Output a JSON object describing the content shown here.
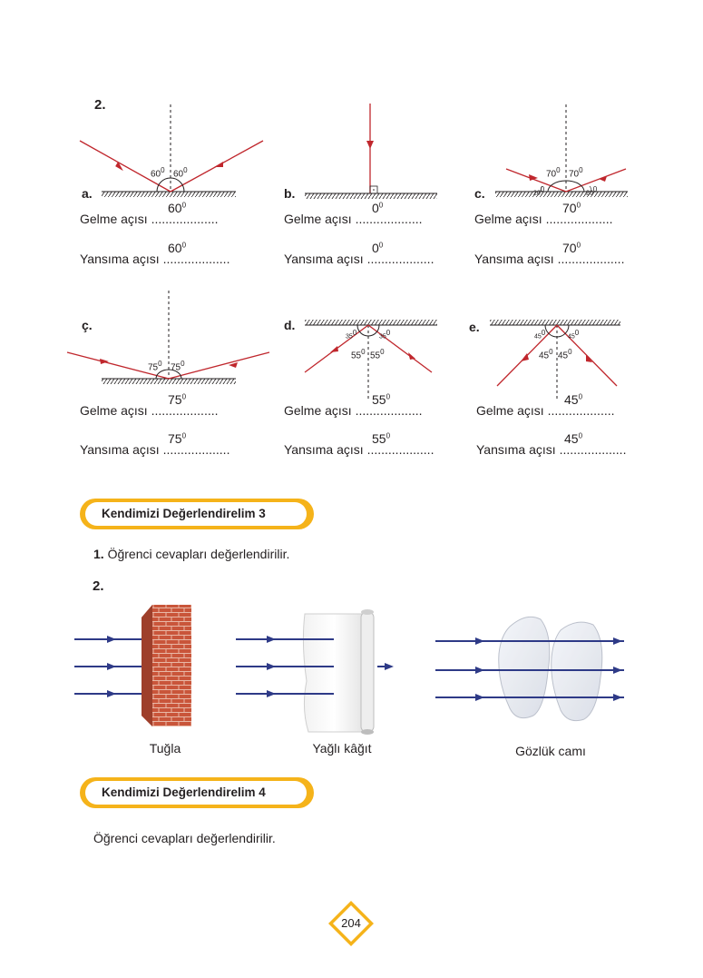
{
  "section1": {
    "number": "2.",
    "gelme_label": "Gelme açısı",
    "yansima_label": "Yansıma açısı",
    "dots": "...................",
    "panels": [
      {
        "letter": "a.",
        "left_angle": "60",
        "right_angle": "60",
        "gelme": "60",
        "yansima": "60",
        "sup": "0"
      },
      {
        "letter": "b.",
        "gelme": "0",
        "yansima": "0",
        "sup": "0"
      },
      {
        "letter": "c.",
        "left_angle": "70",
        "right_angle": "70",
        "left_small": "20",
        "right_small": "20",
        "gelme": "70",
        "yansima": "70",
        "sup": "0"
      },
      {
        "letter": "ç.",
        "left_angle": "75",
        "right_angle": "75",
        "gelme": "75",
        "yansima": "75",
        "sup": "0"
      },
      {
        "letter": "d.",
        "left_angle": "55",
        "right_angle": "55",
        "left_small": "35",
        "right_small": "35",
        "gelme": "55",
        "yansima": "55",
        "sup": "0"
      },
      {
        "letter": "e.",
        "left_angle": "45",
        "right_angle": "45",
        "left_small": "45",
        "right_small": "45",
        "gelme": "45",
        "yansima": "45",
        "sup": "0"
      }
    ]
  },
  "badge3": {
    "title": "Kendimizi Değerlendirelim 3"
  },
  "q1": {
    "number": "1.",
    "text": "Öğrenci cevapları değerlendirilir."
  },
  "q2": {
    "number": "2."
  },
  "materials": [
    {
      "caption": "Tuğla"
    },
    {
      "caption": "Yağlı kâğıt"
    },
    {
      "caption": "Gözlük camı"
    }
  ],
  "badge4": {
    "title": "Kendimizi Değerlendirelim 4"
  },
  "footer_text": "Öğrenci cevapları değerlendirilir.",
  "page_number": "204",
  "colors": {
    "ray": "#c0272d",
    "arrow_blue": "#2e3a87",
    "badge": "#f5b31a",
    "brick": "#c9553a"
  }
}
